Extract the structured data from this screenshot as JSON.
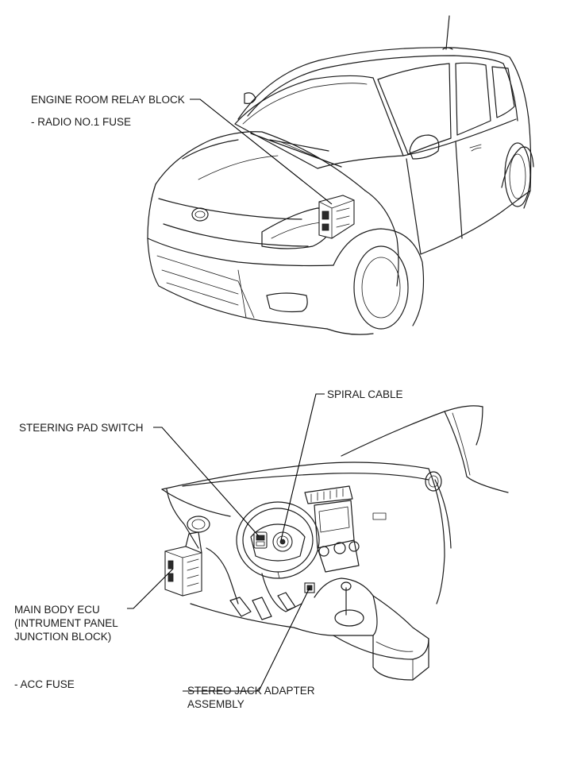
{
  "labels": {
    "engine_room_relay_block": "ENGINE ROOM RELAY BLOCK",
    "radio_fuse": "- RADIO NO.1 FUSE",
    "spiral_cable": "SPIRAL CABLE",
    "steering_pad_switch": "STEERING PAD SWITCH",
    "main_body_ecu_line1": "MAIN BODY ECU",
    "main_body_ecu_line2": "(INTRUMENT PANEL",
    "main_body_ecu_line3": "JUNCTION BLOCK)",
    "acc_fuse": "- ACC FUSE",
    "stereo_jack_line1": "STEREO JACK ADAPTER",
    "stereo_jack_line2": "ASSEMBLY"
  }
}
